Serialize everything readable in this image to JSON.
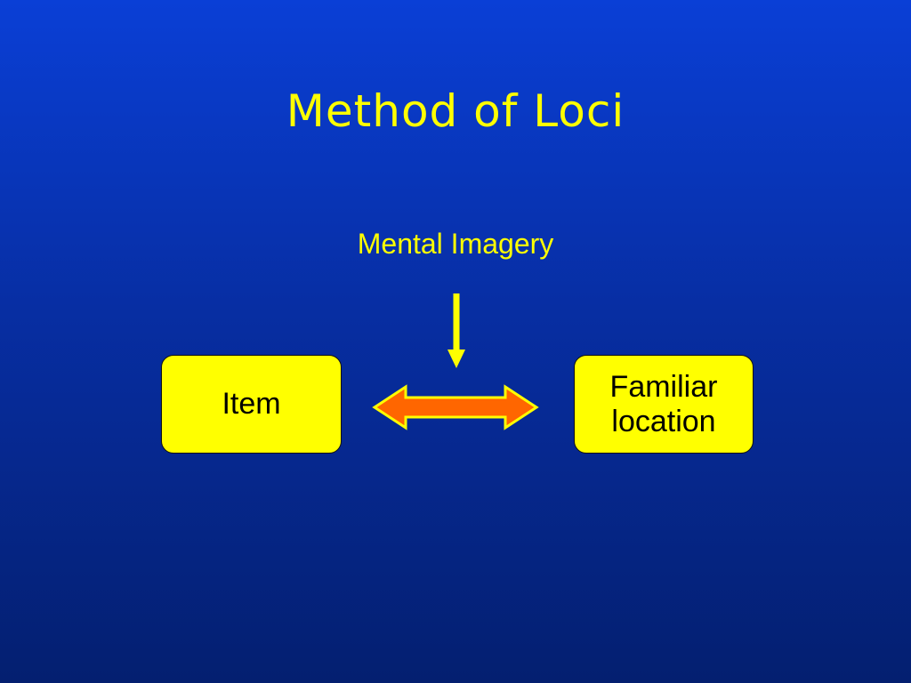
{
  "slide": {
    "title": "Method of Loci",
    "caption": "Mental Imagery"
  },
  "diagram": {
    "left_box": {
      "label": "Item"
    },
    "right_box": {
      "line1": "Familiar",
      "line2": "location"
    }
  },
  "colors": {
    "text_accent": "#ffff00",
    "box_fill": "#ffff00",
    "double_arrow_fill": "#ff6600",
    "double_arrow_outline": "#ffff00",
    "down_arrow": "#ffff00",
    "background_top": "#0a3fd6",
    "background_bottom": "#041f70"
  },
  "icons": {
    "down_arrow": "arrow-down-icon",
    "double_arrow": "double-arrow-icon"
  }
}
